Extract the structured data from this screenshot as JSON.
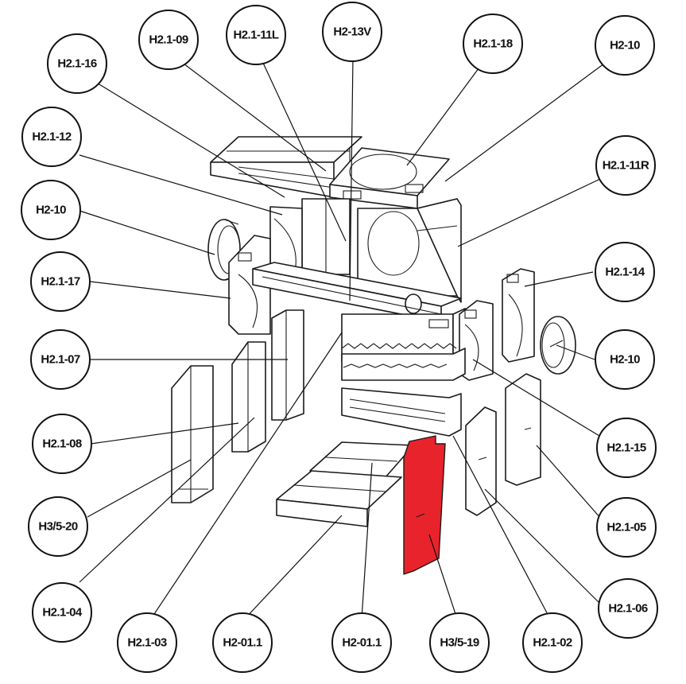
{
  "highlight_color": "#e8232b",
  "callouts": [
    {
      "id": "c01",
      "label": "H2.1-16"
    },
    {
      "id": "c02",
      "label": "H2.1-09"
    },
    {
      "id": "c03",
      "label": "H2.1-11L"
    },
    {
      "id": "c04",
      "label": "H2-13V"
    },
    {
      "id": "c05",
      "label": "H2.1-18"
    },
    {
      "id": "c06",
      "label": "H2-10"
    },
    {
      "id": "c07",
      "label": "H2.1-12"
    },
    {
      "id": "c08",
      "label": "H2.1-11R"
    },
    {
      "id": "c09",
      "label": "H2-10"
    },
    {
      "id": "c10",
      "label": "H2.1-17"
    },
    {
      "id": "c11",
      "label": "H2.1-14"
    },
    {
      "id": "c12",
      "label": "H2.1-07"
    },
    {
      "id": "c13",
      "label": "H2-10"
    },
    {
      "id": "c14",
      "label": "H2.1-08"
    },
    {
      "id": "c15",
      "label": "H2.1-15"
    },
    {
      "id": "c16",
      "label": "H3/5-20"
    },
    {
      "id": "c17",
      "label": "H2.1-05"
    },
    {
      "id": "c18",
      "label": "H2.1-04"
    },
    {
      "id": "c19",
      "label": "H2.1-06"
    },
    {
      "id": "c20",
      "label": "H2.1-03"
    },
    {
      "id": "c21",
      "label": "H2-01.1"
    },
    {
      "id": "c22",
      "label": "H2-01.1"
    },
    {
      "id": "c23",
      "label": "H3/5-19"
    },
    {
      "id": "c24",
      "label": "H2.1-02"
    }
  ]
}
